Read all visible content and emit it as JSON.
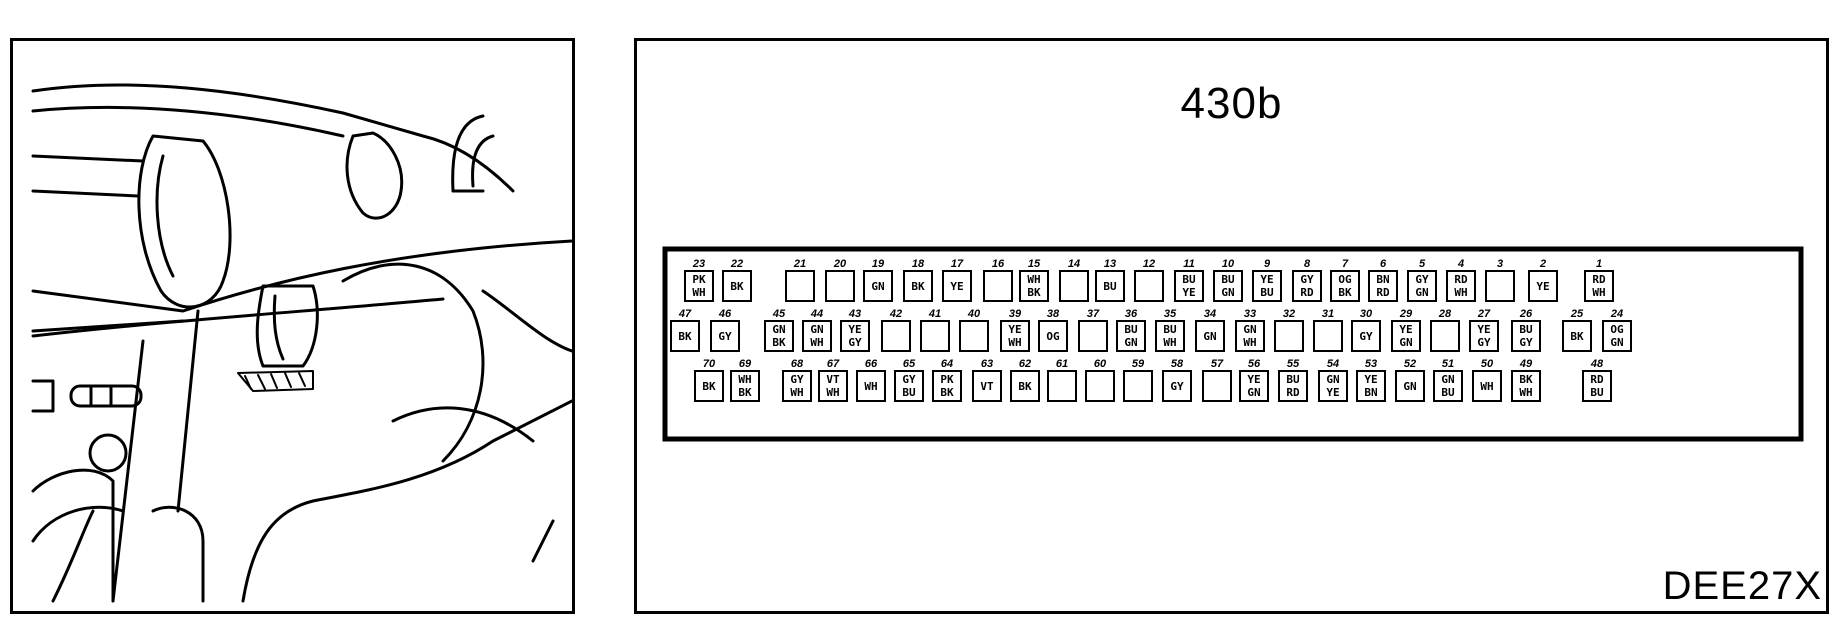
{
  "title": "430b",
  "code": "DEE27X",
  "pins": [
    {
      "num": "23",
      "colors": [
        "PK",
        "WH"
      ]
    },
    {
      "num": "22",
      "colors": [
        "BK"
      ]
    },
    {
      "num": "21",
      "colors": []
    },
    {
      "num": "20",
      "colors": []
    },
    {
      "num": "19",
      "colors": [
        "GN"
      ]
    },
    {
      "num": "18",
      "colors": [
        "BK"
      ]
    },
    {
      "num": "17",
      "colors": [
        "YE"
      ]
    },
    {
      "num": "16",
      "colors": []
    },
    {
      "num": "15",
      "colors": [
        "WH",
        "BK"
      ]
    },
    {
      "num": "14",
      "colors": []
    },
    {
      "num": "13",
      "colors": [
        "BU"
      ]
    },
    {
      "num": "12",
      "colors": []
    },
    {
      "num": "11",
      "colors": [
        "BU",
        "YE"
      ]
    },
    {
      "num": "10",
      "colors": [
        "BU",
        "GN"
      ]
    },
    {
      "num": "9",
      "colors": [
        "YE",
        "BU"
      ]
    },
    {
      "num": "8",
      "colors": [
        "GY",
        "RD"
      ]
    },
    {
      "num": "7",
      "colors": [
        "OG",
        "BK"
      ]
    },
    {
      "num": "6",
      "colors": [
        "BN",
        "RD"
      ]
    },
    {
      "num": "5",
      "colors": [
        "GY",
        "GN"
      ]
    },
    {
      "num": "4",
      "colors": [
        "RD",
        "WH"
      ]
    },
    {
      "num": "3",
      "colors": []
    },
    {
      "num": "2",
      "colors": [
        "YE"
      ]
    },
    {
      "num": "1",
      "colors": [
        "RD",
        "WH"
      ]
    },
    {
      "num": "47",
      "colors": [
        "BK"
      ]
    },
    {
      "num": "46",
      "colors": [
        "GY"
      ]
    },
    {
      "num": "45",
      "colors": [
        "GN",
        "BK"
      ]
    },
    {
      "num": "44",
      "colors": [
        "GN",
        "WH"
      ]
    },
    {
      "num": "43",
      "colors": [
        "YE",
        "GY"
      ]
    },
    {
      "num": "42",
      "colors": []
    },
    {
      "num": "41",
      "colors": []
    },
    {
      "num": "40",
      "colors": []
    },
    {
      "num": "39",
      "colors": [
        "YE",
        "WH"
      ]
    },
    {
      "num": "38",
      "colors": [
        "OG"
      ]
    },
    {
      "num": "37",
      "colors": []
    },
    {
      "num": "36",
      "colors": [
        "BU",
        "GN"
      ]
    },
    {
      "num": "35",
      "colors": [
        "BU",
        "WH"
      ]
    },
    {
      "num": "34",
      "colors": [
        "GN"
      ]
    },
    {
      "num": "33",
      "colors": [
        "GN",
        "WH"
      ]
    },
    {
      "num": "32",
      "colors": []
    },
    {
      "num": "31",
      "colors": []
    },
    {
      "num": "30",
      "colors": [
        "GY"
      ]
    },
    {
      "num": "29",
      "colors": [
        "YE",
        "GN"
      ]
    },
    {
      "num": "28",
      "colors": []
    },
    {
      "num": "27",
      "colors": [
        "YE",
        "GY"
      ]
    },
    {
      "num": "26",
      "colors": [
        "BU",
        "GY"
      ]
    },
    {
      "num": "25",
      "colors": [
        "BK"
      ]
    },
    {
      "num": "24",
      "colors": [
        "OG",
        "GN"
      ]
    },
    {
      "num": "70",
      "colors": [
        "BK"
      ]
    },
    {
      "num": "69",
      "colors": [
        "WH",
        "BK"
      ]
    },
    {
      "num": "68",
      "colors": [
        "GY",
        "WH"
      ]
    },
    {
      "num": "67",
      "colors": [
        "VT",
        "WH"
      ]
    },
    {
      "num": "66",
      "colors": [
        "WH"
      ]
    },
    {
      "num": "65",
      "colors": [
        "GY",
        "BU"
      ]
    },
    {
      "num": "64",
      "colors": [
        "PK",
        "BK"
      ]
    },
    {
      "num": "63",
      "colors": [
        "VT"
      ]
    },
    {
      "num": "62",
      "colors": [
        "BK"
      ]
    },
    {
      "num": "61",
      "colors": []
    },
    {
      "num": "60",
      "colors": []
    },
    {
      "num": "59",
      "colors": []
    },
    {
      "num": "58",
      "colors": [
        "GY"
      ]
    },
    {
      "num": "57",
      "colors": []
    },
    {
      "num": "56",
      "colors": [
        "YE",
        "GN"
      ]
    },
    {
      "num": "55",
      "colors": [
        "BU",
        "RD"
      ]
    },
    {
      "num": "54",
      "colors": [
        "GN",
        "YE"
      ]
    },
    {
      "num": "53",
      "colors": [
        "YE",
        "BN"
      ]
    },
    {
      "num": "52",
      "colors": [
        "GN"
      ]
    },
    {
      "num": "51",
      "colors": [
        "GN",
        "BU"
      ]
    },
    {
      "num": "50",
      "colors": [
        "WH"
      ]
    },
    {
      "num": "49",
      "colors": [
        "BK",
        "WH"
      ]
    },
    {
      "num": "48",
      "colors": [
        "RD",
        "BU"
      ]
    }
  ]
}
